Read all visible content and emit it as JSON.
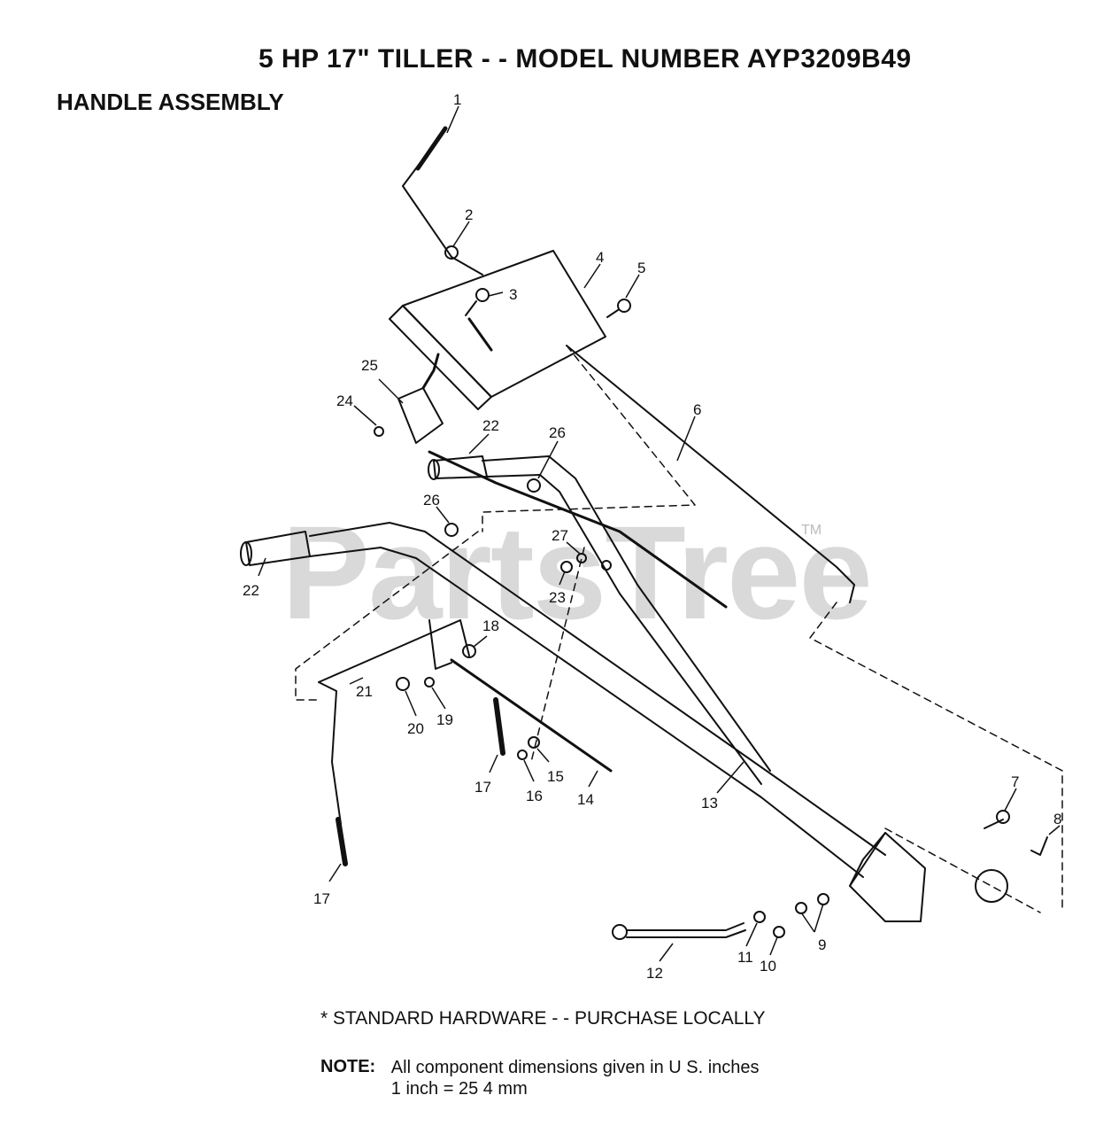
{
  "title": "5 HP 17\" TILLER - - MODEL NUMBER AYP3209B49",
  "subtitle": "HANDLE ASSEMBLY",
  "watermark": "PartsTree",
  "trademark": "TM",
  "footnote": "*  STANDARD HARDWARE - - PURCHASE LOCALLY",
  "note": {
    "label": "NOTE:",
    "line1": "All component dimensions given in U S. inches",
    "line2": "1 inch = 25 4 mm"
  },
  "callouts": {
    "c1": "1",
    "c2": "2",
    "c3": "3",
    "c4": "4",
    "c5": "5",
    "c6": "6",
    "c7": "7",
    "c8": "8",
    "c9": "9",
    "c10": "10",
    "c11": "11",
    "c12": "12",
    "c13": "13",
    "c14": "14",
    "c15": "15",
    "c16": "16",
    "c17a": "17",
    "c17b": "17",
    "c18": "18",
    "c19": "19",
    "c20": "20",
    "c21": "21",
    "c22a": "22",
    "c22b": "22",
    "c23": "23",
    "c24": "24",
    "c25": "25",
    "c26a": "26",
    "c26b": "26",
    "c27": "27"
  }
}
